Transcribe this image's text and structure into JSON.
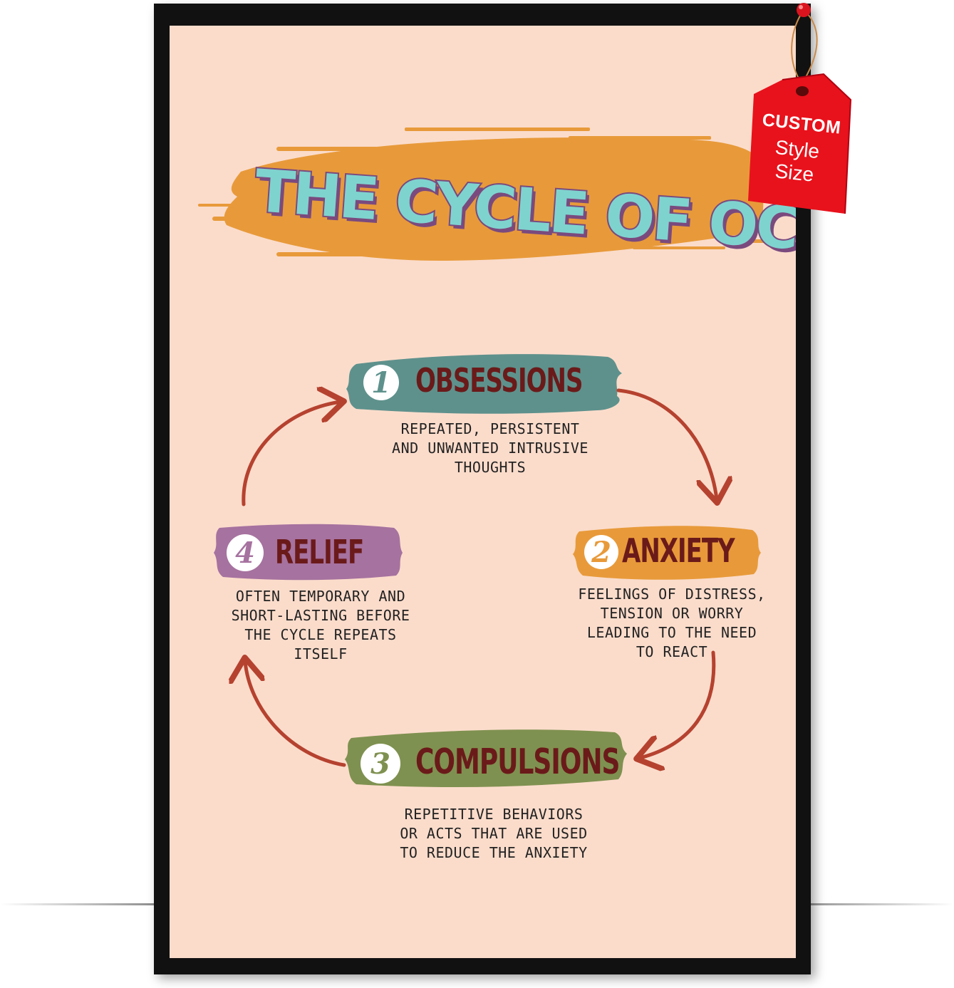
{
  "title": "THE CYCLE OF OCD",
  "colors": {
    "poster_background": "#fbdccb",
    "frame": "#111111",
    "title_brush": "#e89a3a",
    "title_fill": "#7fd3cf",
    "title_outline": "#7a4a7e",
    "arrows": "#b5422f",
    "label_text": "#6b1a1a",
    "tag": "#e8121c"
  },
  "steps": [
    {
      "number": "1",
      "label": "OBSESSIONS",
      "color": "#5e918c",
      "description": "REPEATED, PERSISTENT\nAND UNWANTED INTRUSIVE\nTHOUGHTS"
    },
    {
      "number": "2",
      "label": "ANXIETY",
      "color": "#e89a3a",
      "description": "FEELINGS OF DISTRESS,\nTENSION OR WORRY\nLEADING TO THE NEED\nTO REACT"
    },
    {
      "number": "3",
      "label": "COMPULSIONS",
      "color": "#7f9150",
      "description": "REPETITIVE BEHAVIORS\nOR ACTS THAT ARE USED\nTO REDUCE THE ANXIETY"
    },
    {
      "number": "4",
      "label": "RELIEF",
      "color": "#a6729f",
      "description": "OFTEN TEMPORARY AND\nSHORT-LASTING BEFORE\nTHE CYCLE REPEATS\nITSELF"
    }
  ],
  "tag": {
    "line1": "CUSTOM",
    "line2": "Style",
    "line3": "Size",
    "icon": "price-tag-icon"
  }
}
